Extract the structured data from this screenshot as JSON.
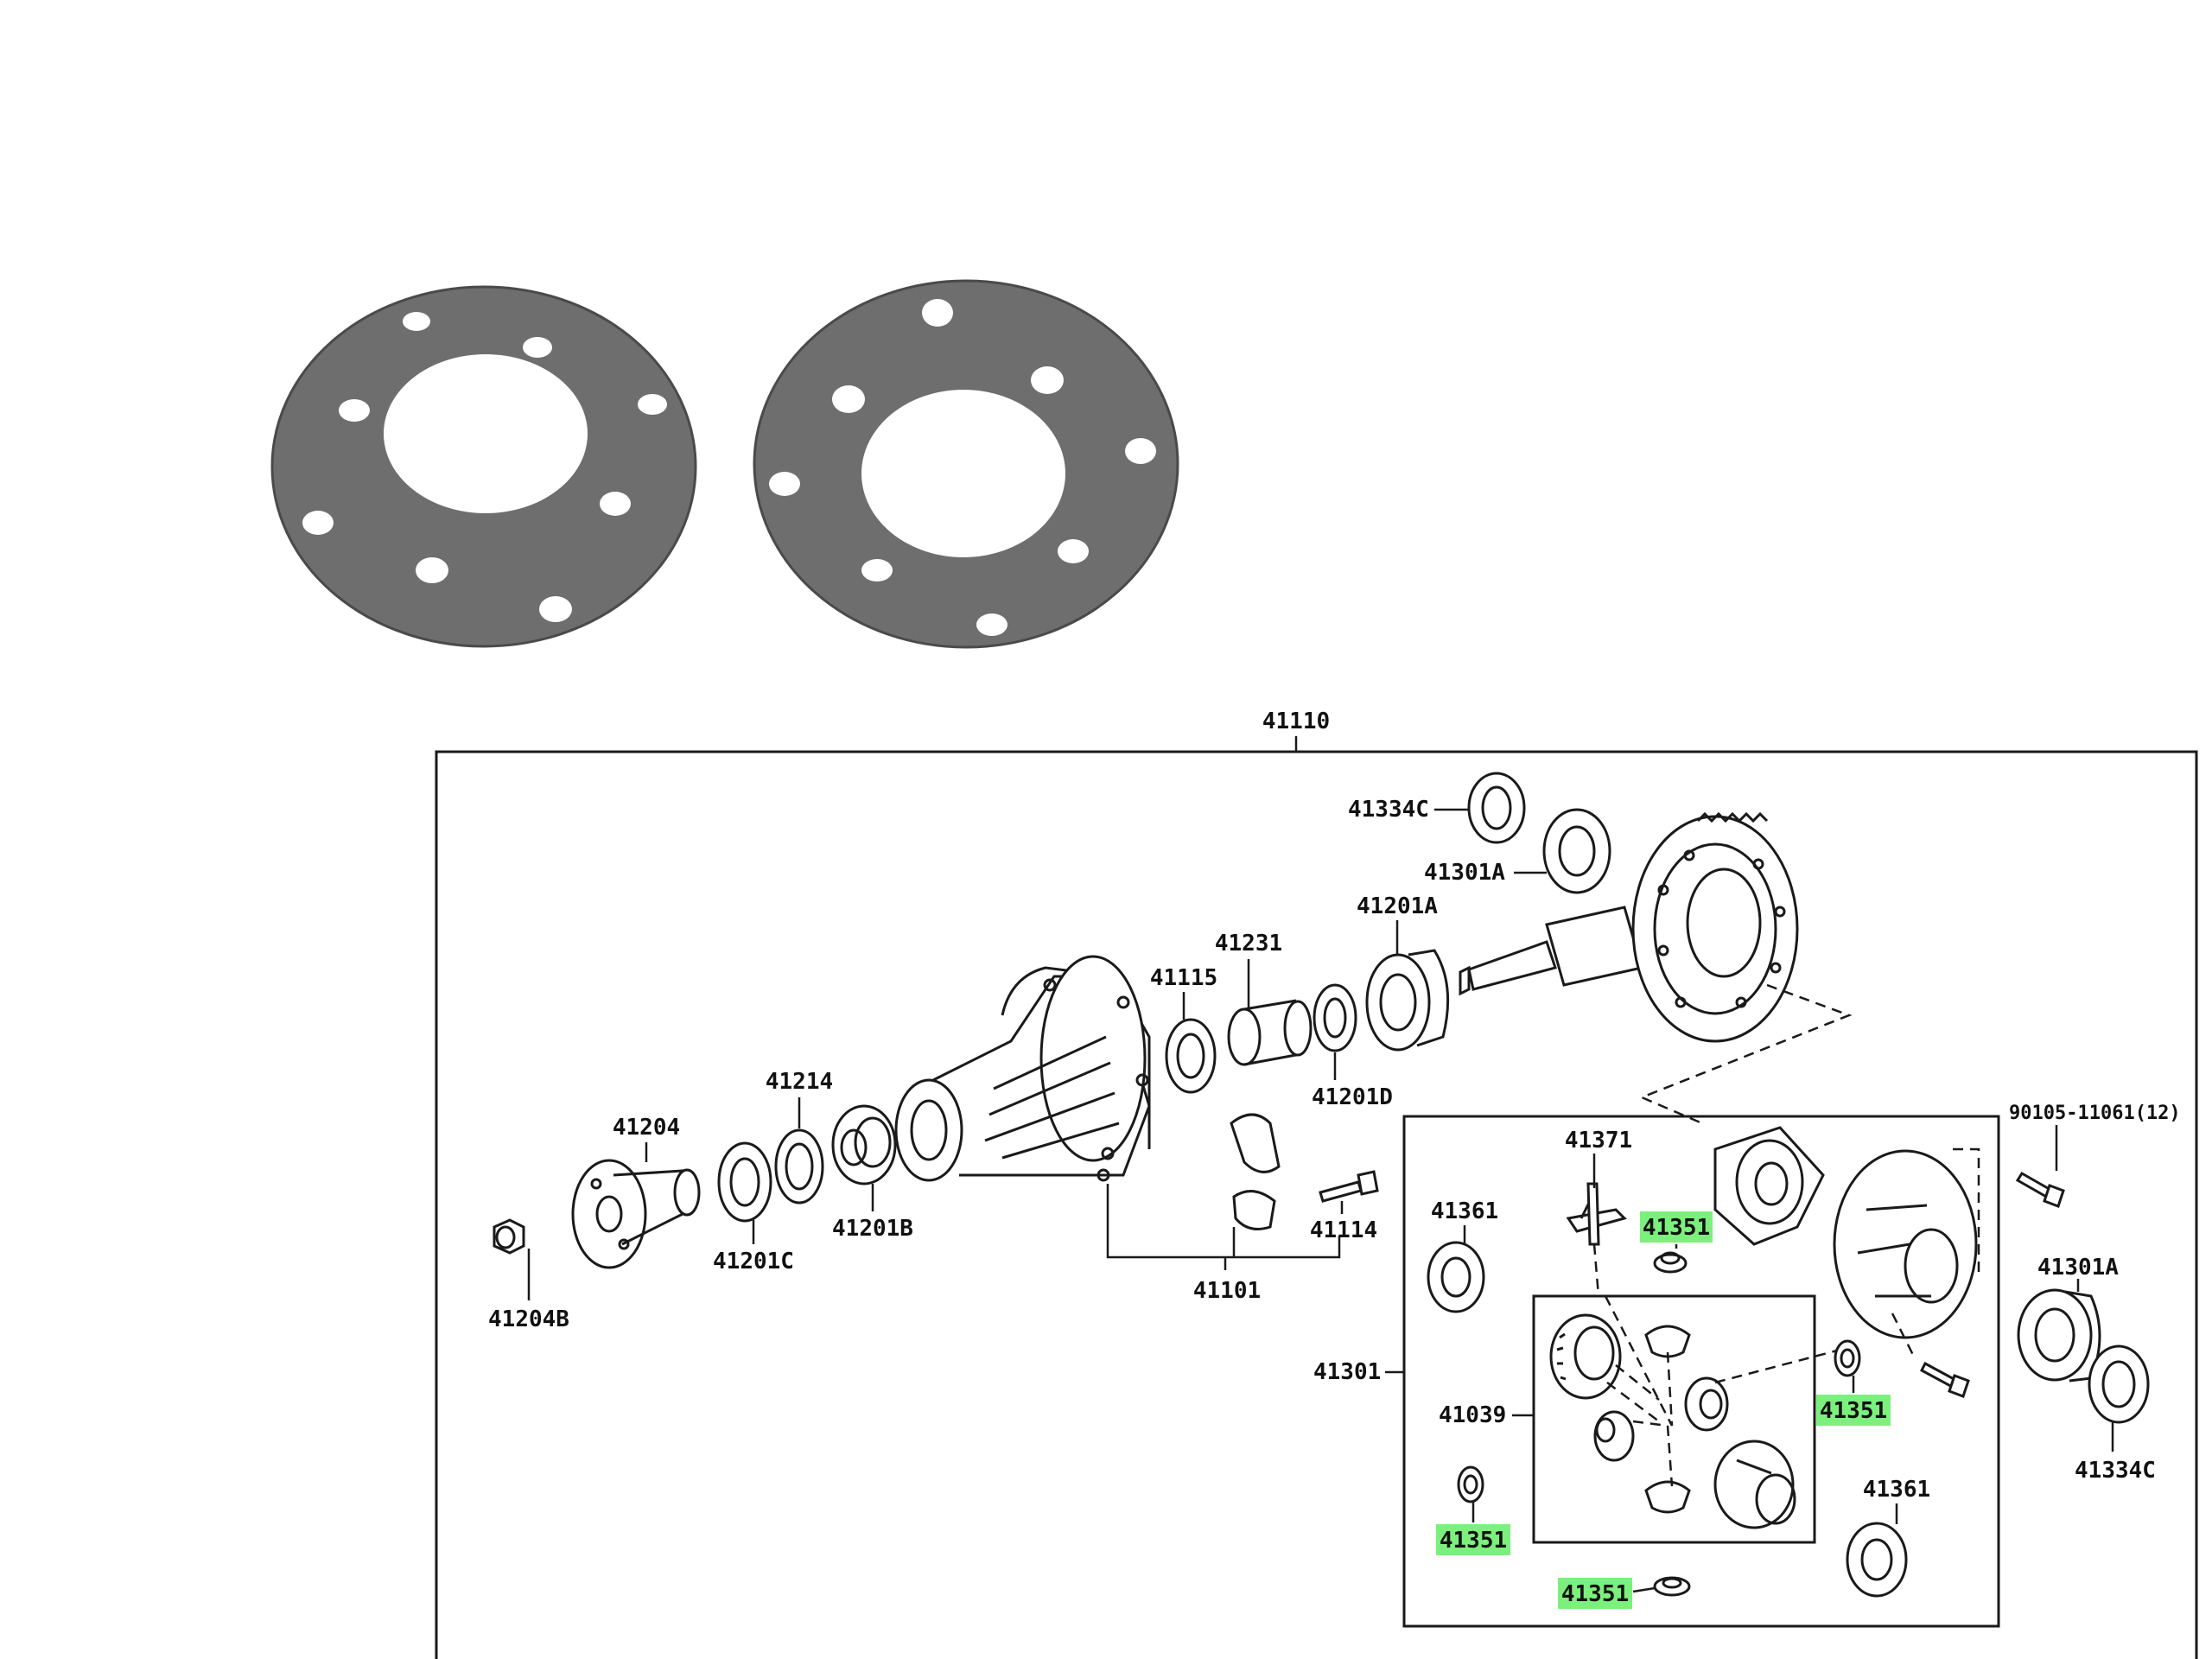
{
  "highlight_color": "#7CF07C",
  "photo": {
    "washer_color": "#6e6e6e",
    "washer_count": 2
  },
  "labels": {
    "assembly": "41110",
    "p41334C_top": "41334C",
    "p41301A_top": "41301A",
    "p41201A": "41201A",
    "p41231": "41231",
    "p41115": "41115",
    "p41201D": "41201D",
    "p41214": "41214",
    "p41204": "41204",
    "p41201C": "41201C",
    "p41201B": "41201B",
    "p41204B": "41204B",
    "p41114": "41114",
    "p41101": "41101",
    "p90105": "90105-11061(12)",
    "p41371": "41371",
    "p41361_top": "41361",
    "p41351_a": "41351",
    "p41301": "41301",
    "p41039": "41039",
    "p41351_b": "41351",
    "p41301A_right": "41301A",
    "p41334C_right": "41334C",
    "p41361_bottom": "41361",
    "p41351_c": "41351",
    "p41351_d": "41351"
  }
}
